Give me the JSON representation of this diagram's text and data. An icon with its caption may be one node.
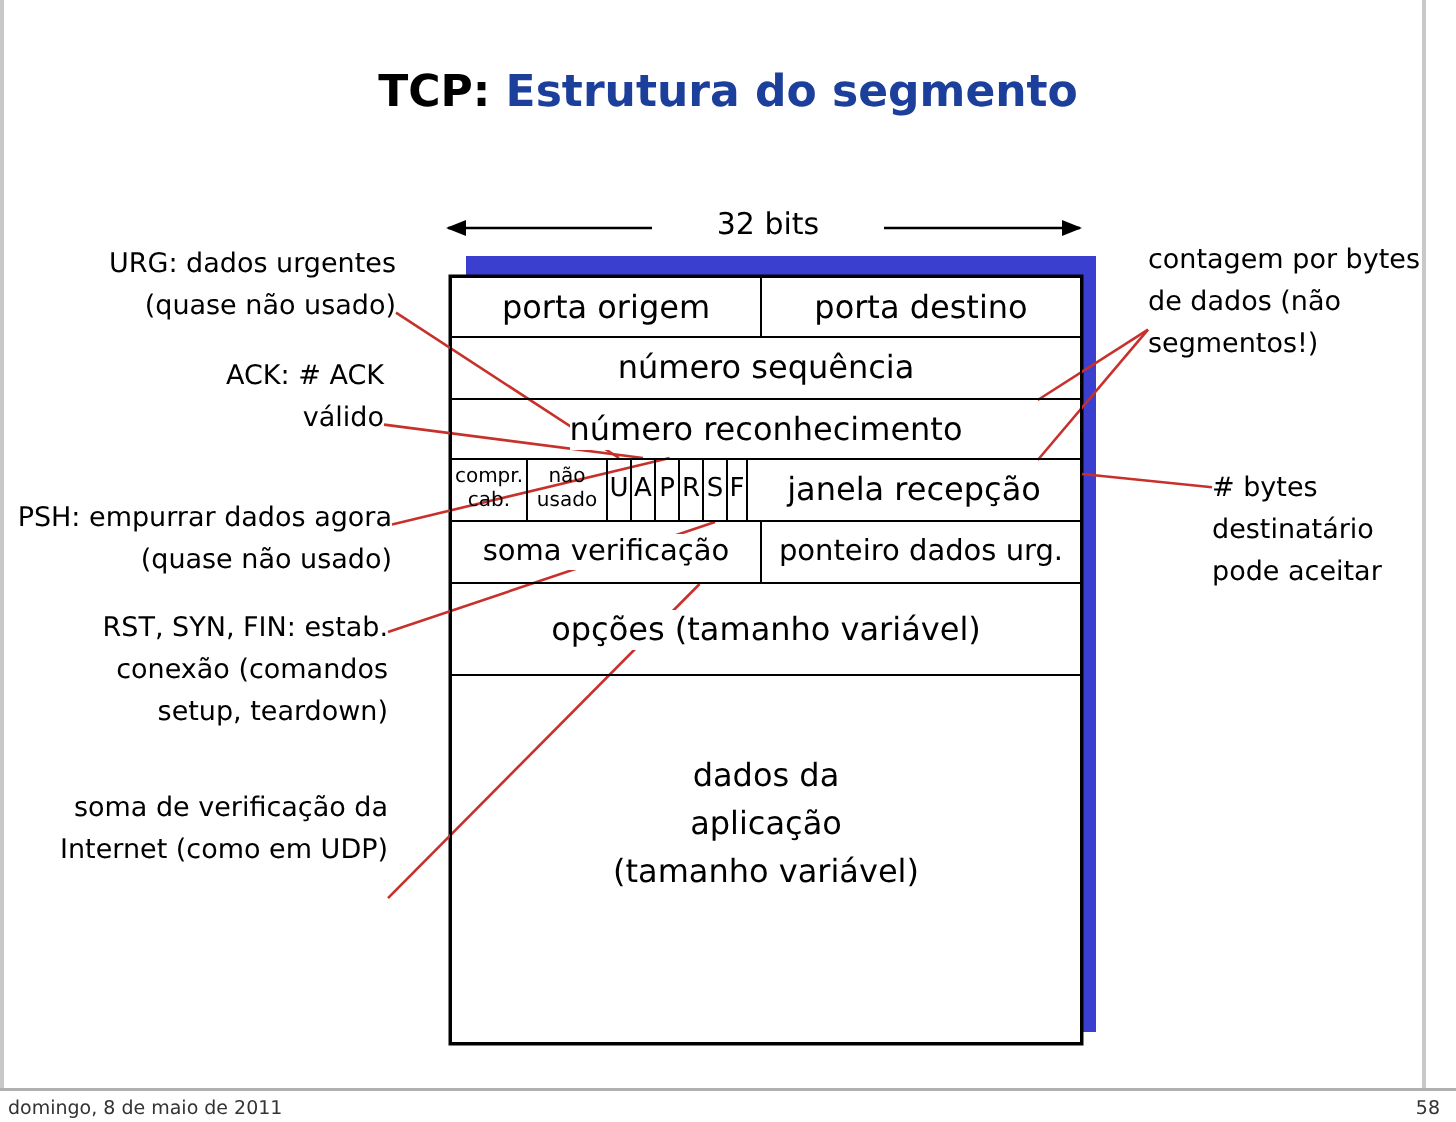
{
  "diagram": {
    "title": "TCP: Estrutura do segmento",
    "nodes": [
      {
        "text": [
          "URG: dados urgentes (quase não usado)"
        ]
      },
      {
        "text": [
          "ACK: # ACK válido"
        ]
      },
      {
        "text": [
          "PSH: empurrar dados agora (quase não usado)"
        ]
      },
      {
        "text": [
          "RST, SYN, FIN: estab. conexão (comandos setup, teardown)"
        ]
      },
      {
        "text": [
          "soma de verificação da Internet (como em UDP)"
        ]
      },
      {
        "text": [
          "contagem por bytes de dados (não segmentos!)"
        ]
      },
      {
        "text": [
          "# bytes destinatário pode aceitar"
        ]
      },
      {
        "text": [
          "porta origem"
        ]
      },
      {
        "text": [
          "porta destino"
        ]
      },
      {
        "text": [
          "número sequência"
        ]
      },
      {
        "text": [
          "número reconhecimento"
        ]
      },
      {
        "text": [
          "compr. cab."
        ]
      },
      {
        "text": [
          "não usado"
        ]
      },
      {
        "text": [
          "U"
        ]
      },
      {
        "text": [
          "A"
        ]
      },
      {
        "text": [
          "P"
        ]
      },
      {
        "text": [
          "R"
        ]
      },
      {
        "text": [
          "S"
        ]
      },
      {
        "text": [
          "F"
        ]
      },
      {
        "text": [
          "janela recepção"
        ]
      },
      {
        "text": [
          "soma verificação"
        ]
      },
      {
        "text": [
          "ponteiro dados urg."
        ]
      },
      {
        "text": [
          "opções (tamanho variável)"
        ]
      },
      {
        "text": [
          "dados da aplicação (tamanho variável)"
        ]
      }
    ],
    "edges": [
      {
        "from": 0,
        "to": 13,
        "arrow": "none"
      },
      {
        "from": 1,
        "to": 14,
        "arrow": "none"
      },
      {
        "from": 2,
        "to": 15,
        "arrow": "none"
      },
      {
        "from": 3,
        "to": 17,
        "arrow": "none"
      },
      {
        "from": 4,
        "to": 20,
        "arrow": "none"
      },
      {
        "from": 5,
        "to": 9,
        "arrow": "none"
      },
      {
        "from": 5,
        "to": 10,
        "arrow": "none"
      },
      {
        "from": 6,
        "to": 19,
        "arrow": "none"
      }
    ],
    "labels": [
      "32 bits",
      "domingo, 8 de maio de 2011",
      "58"
    ]
  }
}
